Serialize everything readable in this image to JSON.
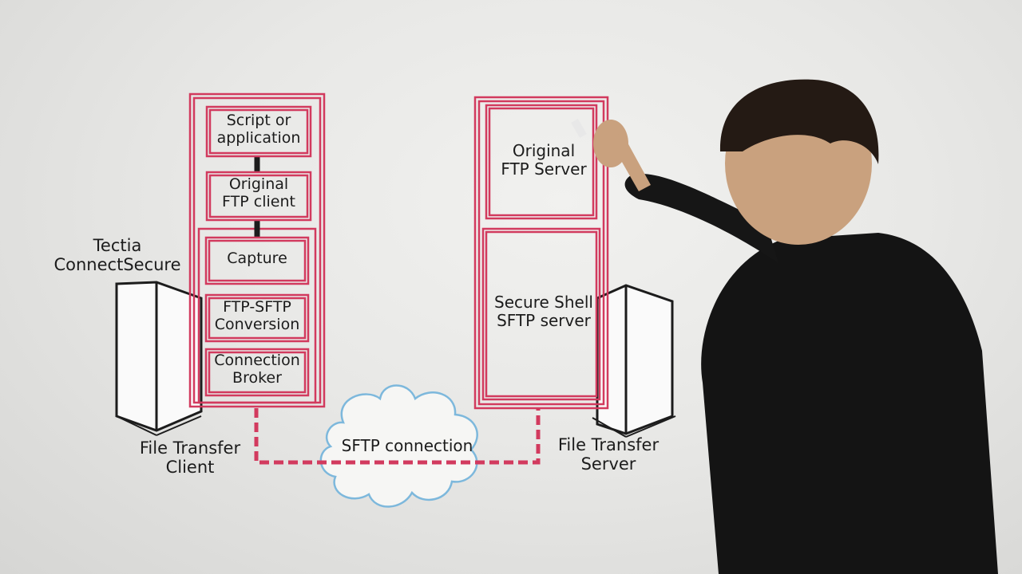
{
  "diagram": {
    "client_product": [
      "Tectia",
      "ConnectSecure"
    ],
    "client_stack": {
      "script_box": [
        "Script or",
        "application"
      ],
      "ftp_client_box": [
        "Original",
        "FTP client"
      ],
      "capture_box": "Capture",
      "conversion_box": [
        "FTP-SFTP",
        "Conversion"
      ],
      "broker_box": [
        "Connection",
        "Broker"
      ]
    },
    "client_label": [
      "File Transfer",
      "Client"
    ],
    "server_stack": {
      "ftp_server_box": [
        "Original",
        "FTP Server"
      ],
      "sftp_server_box": [
        "Secure Shell",
        "SFTP server"
      ]
    },
    "server_label": [
      "File Transfer",
      "Server"
    ],
    "connection_label": "SFTP connection"
  },
  "colors": {
    "stack_outline": "#d23a5e",
    "cloud_outline": "#7db8dc",
    "ink": "#1c1c1c"
  }
}
